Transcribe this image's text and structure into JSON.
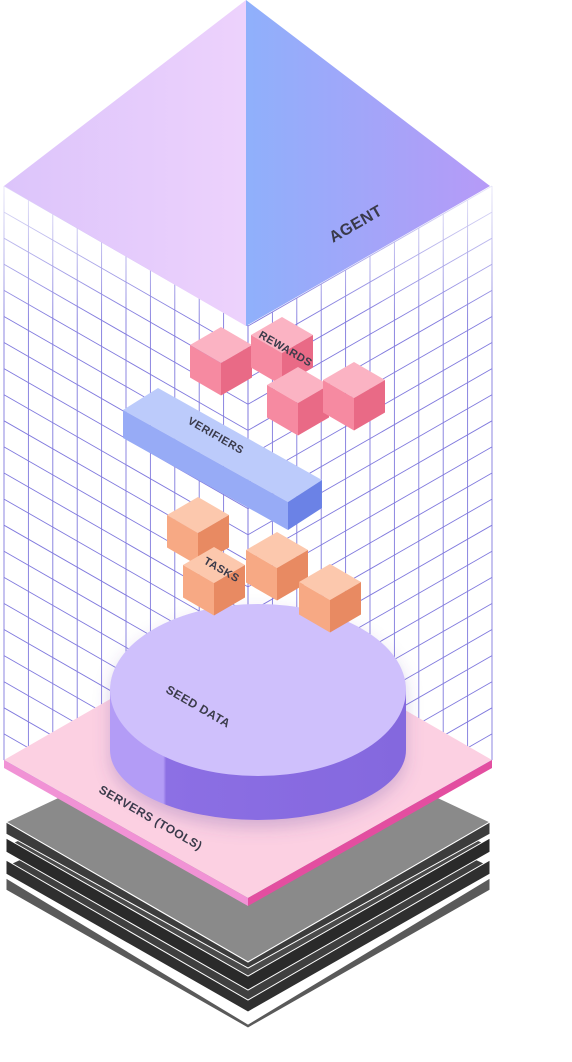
{
  "labels": {
    "agent": "AGENT",
    "rewards": "REWARDS",
    "verifiers": "VERIFIERS",
    "tasks": "TASKS",
    "seed_data": "SEED DATA",
    "servers": "SERVERS (TOOLS)"
  },
  "colors": {
    "agent_left": "#e3c9fb",
    "agent_right_start": "#93aefb",
    "agent_right_end": "#b39cf7",
    "grid": "#6b63d8",
    "rewards_cube": "#f6869f",
    "verifiers_bar": "#9db1f8",
    "tasks_cube": "#f6ab8a",
    "seed_disc_top": "#cdbefb",
    "seed_disc_side": "#8f72e6",
    "servers_top": "#fbcde0",
    "servers_edge": "#e552a3",
    "base_layer": "#444444",
    "label_text": "#3a3a4a"
  }
}
